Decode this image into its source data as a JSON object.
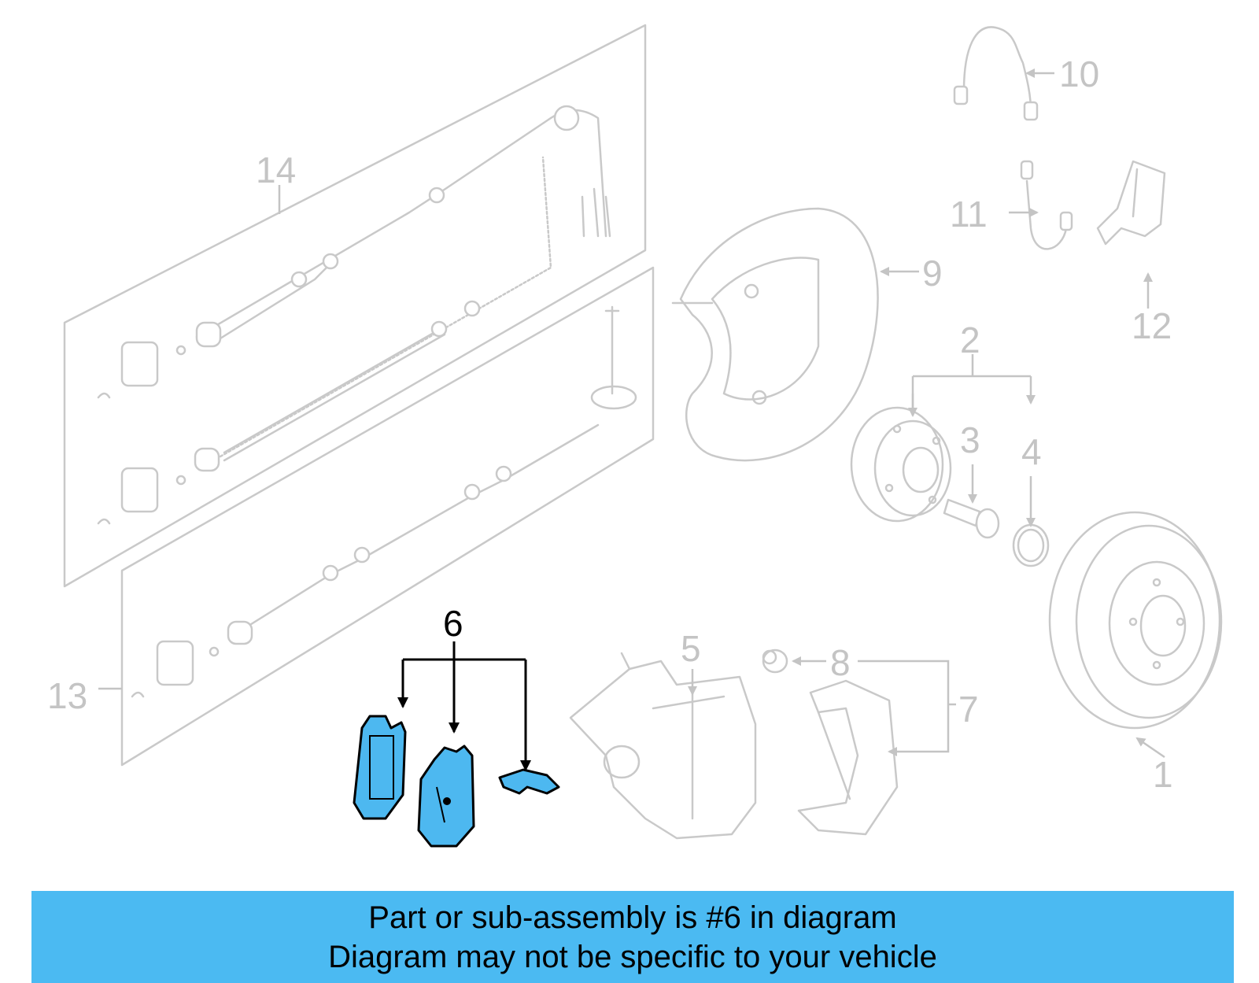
{
  "callouts": {
    "c1": "1",
    "c2": "2",
    "c3": "3",
    "c4": "4",
    "c5": "5",
    "c6": "6",
    "c7": "7",
    "c8": "8",
    "c9": "9",
    "c10": "10",
    "c11": "11",
    "c12": "12",
    "c13": "13",
    "c14": "14"
  },
  "highlight": {
    "part": "6",
    "color": "#4db8f0"
  },
  "banner": {
    "line1": "Part or sub-assembly is #6 in diagram",
    "line2": "Diagram may not be specific to your vehicle",
    "color": "#4bbaf2"
  }
}
